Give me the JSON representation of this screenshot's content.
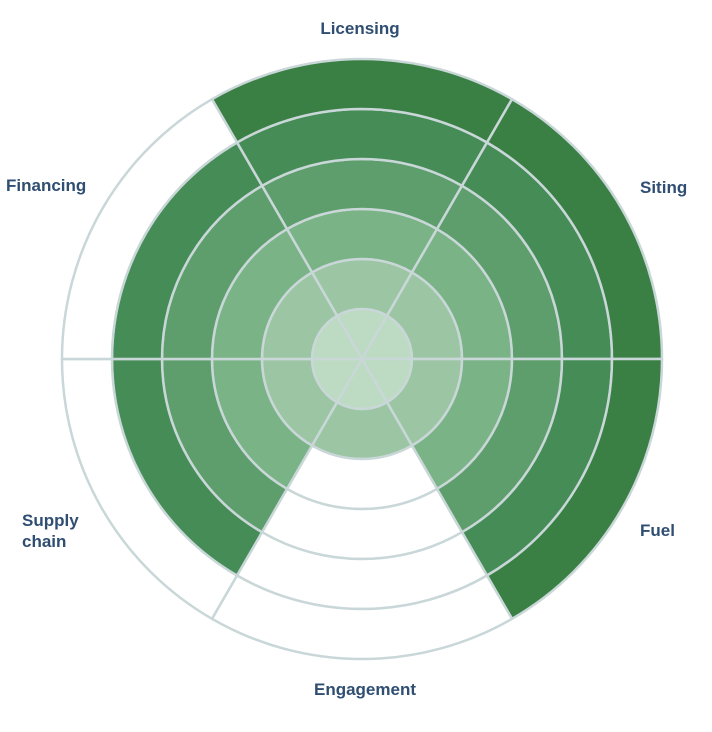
{
  "chart_data": {
    "type": "radial-bar",
    "title": "",
    "categories": [
      "Licensing",
      "Siting",
      "Fuel",
      "Engagement",
      "Supply chain",
      "Financing"
    ],
    "values": [
      6,
      6,
      6,
      2,
      5,
      5
    ],
    "max_level": 6,
    "colors": {
      "levels": [
        "#bcdbc2",
        "#9cc6a3",
        "#7ab386",
        "#5e9e6c",
        "#468c56",
        "#3a7f44"
      ],
      "empty": "#ffffff",
      "grid": "#c9d7d8",
      "label": "#2f4e72"
    }
  }
}
